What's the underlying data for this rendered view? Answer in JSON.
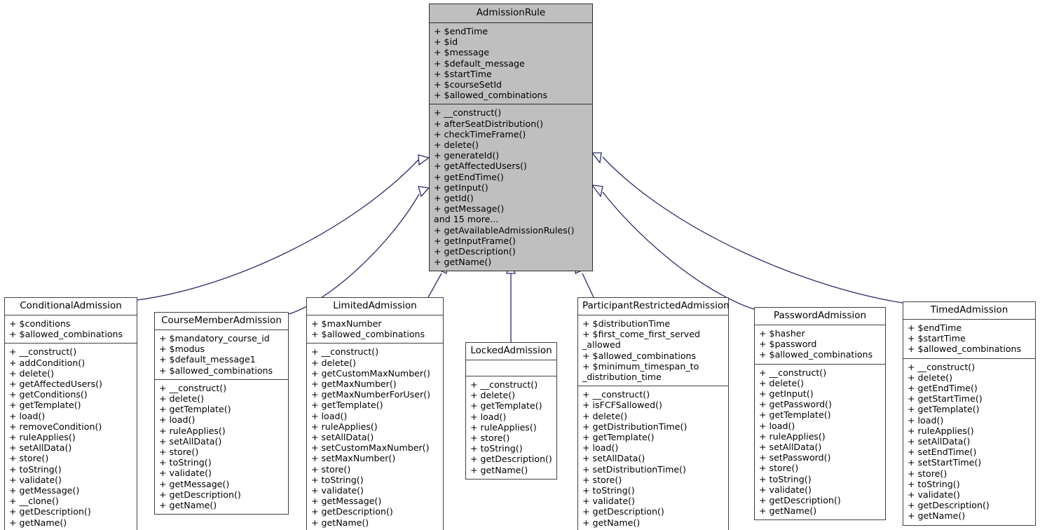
{
  "diagram": {
    "title": "AdmissionRule class inheritance diagram",
    "colors": {
      "root_fill": "#bfbfbf",
      "box_fill": "#ffffff",
      "box_border": "#404040",
      "edge": "#2a2a6a",
      "text": "#000000"
    },
    "relationship": "generalization"
  },
  "classes": [
    {
      "id": "admission-rule",
      "name": "AdmissionRule",
      "attributes": [
        "+ $endTime",
        "+ $id",
        "+ $message",
        "+ $default_message",
        "+ $startTime",
        "+ $courseSetId",
        "+ $allowed_combinations"
      ],
      "operations": [
        "+ __construct()",
        "+ afterSeatDistribution()",
        "+ checkTimeFrame()",
        "+ delete()",
        "+ generateId()",
        "+ getAffectedUsers()",
        "+ getEndTime()",
        "+ getInput()",
        "+ getId()",
        "+ getMessage()",
        "and 15 more...",
        "+ getAvailableAdmissionRules()",
        "+ getInputFrame()",
        "+ getDescription()",
        "+ getName()"
      ]
    },
    {
      "id": "conditional-admission",
      "name": "ConditionalAdmission",
      "attributes": [
        "+ $conditions",
        "+ $allowed_combinations"
      ],
      "operations": [
        "+ __construct()",
        "+ addCondition()",
        "+ delete()",
        "+ getAffectedUsers()",
        "+ getConditions()",
        "+ getTemplate()",
        "+ load()",
        "+ removeCondition()",
        "+ ruleApplies()",
        "+ setAllData()",
        "+ store()",
        "+ toString()",
        "+ validate()",
        "+ getMessage()",
        "+ __clone()",
        "+ getDescription()",
        "+ getName()"
      ]
    },
    {
      "id": "course-member-admission",
      "name": "CourseMemberAdmission",
      "attributes": [
        "+ $mandatory_course_id",
        "+ $modus",
        "+ $default_message1",
        "+ $allowed_combinations"
      ],
      "operations": [
        "+ __construct()",
        "+ delete()",
        "+ getTemplate()",
        "+ load()",
        "+ ruleApplies()",
        "+ setAllData()",
        "+ store()",
        "+ toString()",
        "+ validate()",
        "+ getMessage()",
        "+ getDescription()",
        "+ getName()"
      ]
    },
    {
      "id": "limited-admission",
      "name": "LimitedAdmission",
      "attributes": [
        "+ $maxNumber",
        "+ $allowed_combinations"
      ],
      "operations": [
        "+ __construct()",
        "+ delete()",
        "+ getCustomMaxNumber()",
        "+ getMaxNumber()",
        "+ getMaxNumberForUser()",
        "+ getTemplate()",
        "+ load()",
        "+ ruleApplies()",
        "+ setAllData()",
        "+ setCustomMaxNumber()",
        "+ setMaxNumber()",
        "+ store()",
        "+ toString()",
        "+ validate()",
        "+ getMessage()",
        "+ getDescription()",
        "+ getName()"
      ]
    },
    {
      "id": "locked-admission",
      "name": "LockedAdmission",
      "attributes": [],
      "operations": [
        "+ __construct()",
        "+ delete()",
        "+ getTemplate()",
        "+ load()",
        "+ ruleApplies()",
        "+ store()",
        "+ toString()",
        "+ getDescription()",
        "+ getName()"
      ]
    },
    {
      "id": "participant-restricted-admission",
      "name": "ParticipantRestrictedAdmission",
      "attributes": [
        "+ $distributionTime",
        "+ $first_come_first_served\n_allowed",
        "+ $allowed_combinations",
        "+ $minimum_timespan_to\n_distribution_time"
      ],
      "operations": [
        "+ __construct()",
        "+ isFCFSallowed()",
        "+ delete()",
        "+ getDistributionTime()",
        "+ getTemplate()",
        "+ load()",
        "+ setAllData()",
        "+ setDistributionTime()",
        "+ store()",
        "+ toString()",
        "+ validate()",
        "+ getDescription()",
        "+ getName()"
      ]
    },
    {
      "id": "password-admission",
      "name": "PasswordAdmission",
      "attributes": [
        "+ $hasher",
        "+ $password",
        "+ $allowed_combinations"
      ],
      "operations": [
        "+ __construct()",
        "+ delete()",
        "+ getInput()",
        "+ getPassword()",
        "+ getTemplate()",
        "+ load()",
        "+ ruleApplies()",
        "+ setAllData()",
        "+ setPassword()",
        "+ store()",
        "+ toString()",
        "+ validate()",
        "+ getDescription()",
        "+ getName()"
      ]
    },
    {
      "id": "timed-admission",
      "name": "TimedAdmission",
      "attributes": [
        "+ $endTime",
        "+ $startTime",
        "+ $allowed_combinations"
      ],
      "operations": [
        "+ __construct()",
        "+ delete()",
        "+ getEndTime()",
        "+ getStartTime()",
        "+ getTemplate()",
        "+ load()",
        "+ ruleApplies()",
        "+ setAllData()",
        "+ setEndTime()",
        "+ setStartTime()",
        "+ store()",
        "+ toString()",
        "+ validate()",
        "+ getDescription()",
        "+ getName()"
      ]
    }
  ],
  "edges": [
    {
      "from": "conditional-admission",
      "to": "admission-rule"
    },
    {
      "from": "course-member-admission",
      "to": "admission-rule"
    },
    {
      "from": "limited-admission",
      "to": "admission-rule"
    },
    {
      "from": "locked-admission",
      "to": "admission-rule"
    },
    {
      "from": "participant-restricted-admission",
      "to": "admission-rule"
    },
    {
      "from": "password-admission",
      "to": "admission-rule"
    },
    {
      "from": "timed-admission",
      "to": "admission-rule"
    }
  ]
}
